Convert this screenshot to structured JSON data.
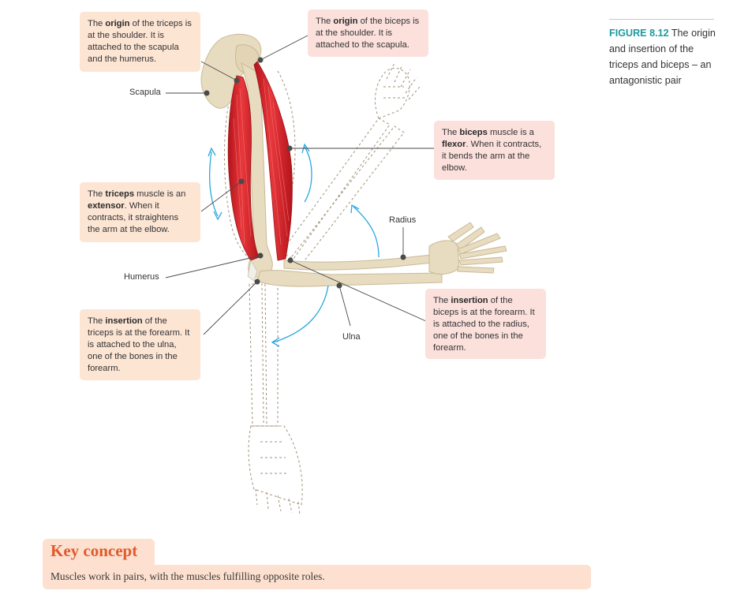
{
  "callouts": {
    "triceps_origin": {
      "p1": "The ",
      "b1": "origin",
      "p2": " of the triceps is at the shoulder. It is attached to the scapula and the humerus."
    },
    "biceps_origin": {
      "p1": "The ",
      "b1": "origin",
      "p2": " of the biceps is at the shoulder. It is attached to the scapula."
    },
    "biceps_flexor": {
      "p1": "The ",
      "b1": "biceps",
      "p2": " muscle is a ",
      "b2": "flexor",
      "p3": ". When it contracts, it bends the arm at the elbow."
    },
    "triceps_extensor": {
      "p1": "The ",
      "b1": "triceps",
      "p2": " muscle is an ",
      "b2": "extensor",
      "p3": ". When it contracts, it straightens the arm at the elbow."
    },
    "triceps_insertion": {
      "p1": "The ",
      "b1": "insertion",
      "p2": " of the triceps is at the forearm. It is attached to the ulna, one of the bones in the forearm."
    },
    "biceps_insertion": {
      "p1": "The ",
      "b1": "insertion",
      "p2": " of the biceps is at the forearm. It is attached to the radius, one of the bones in the forearm."
    }
  },
  "labels": {
    "scapula": "Scapula",
    "radius": "Radius",
    "humerus": "Humerus",
    "ulna": "Ulna"
  },
  "caption": {
    "figure_number": "FIGURE 8.12",
    "text": " The origin and insertion of the triceps and biceps – an antagonistic pair"
  },
  "key_concept": {
    "title": "Key concept",
    "text": "Muscles work in pairs, with the muscles fulfilling opposite roles."
  },
  "colors": {
    "callout_pink": "#fbe0dc",
    "callout_peach": "#fde5d4",
    "muscle_red": "#d9262b",
    "bone_beige": "#e8dcc0",
    "arrow_blue": "#2aa8de",
    "caption_teal": "#1a9aa0",
    "key_concept_orange": "#e2592c"
  }
}
